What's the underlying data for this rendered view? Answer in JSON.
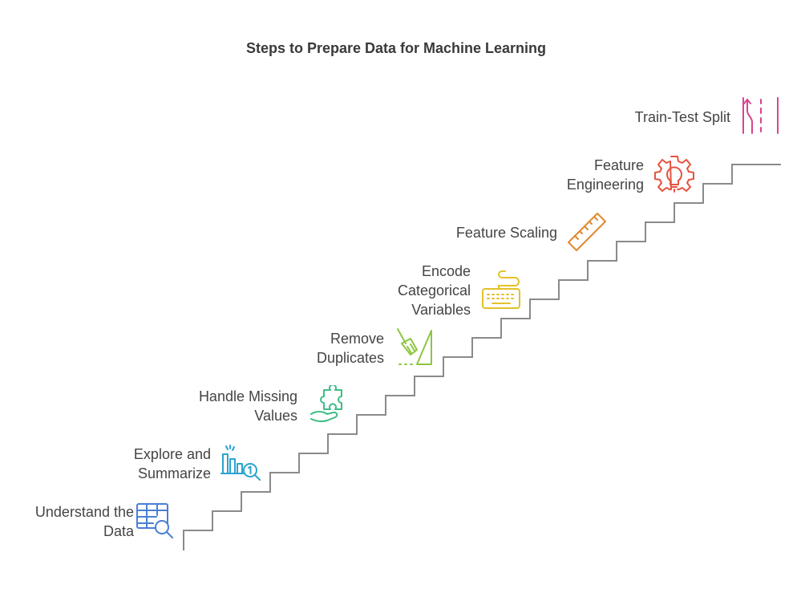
{
  "title": "Steps to Prepare Data for Machine Learning",
  "steps": [
    {
      "line1": "Understand the",
      "line2": "Data",
      "icon": "table-search-icon",
      "color": "#4a7fd4"
    },
    {
      "line1": "Explore and",
      "line2": "Summarize",
      "icon": "bar-chart-magnifier-icon",
      "color": "#2ba3cf"
    },
    {
      "line1": "Handle Missing",
      "line2": "Values",
      "icon": "puzzle-hand-icon",
      "color": "#3dbd84"
    },
    {
      "line1": "Remove",
      "line2": "Duplicates",
      "icon": "broom-icon",
      "color": "#8dc63f"
    },
    {
      "line1": "Encode",
      "line2": "Categorical",
      "line3": "Variables",
      "icon": "keyboard-icon",
      "color": "#e3c12a"
    },
    {
      "line1": "Feature Scaling",
      "icon": "ruler-icon",
      "color": "#e08a2e"
    },
    {
      "line1": "Feature",
      "line2": "Engineering",
      "icon": "gear-bulb-icon",
      "color": "#e5533f"
    },
    {
      "line1": "Train-Test Split",
      "icon": "split-arrows-icon",
      "color": "#d8458f"
    }
  ],
  "stair_color": "#8a8a8a"
}
